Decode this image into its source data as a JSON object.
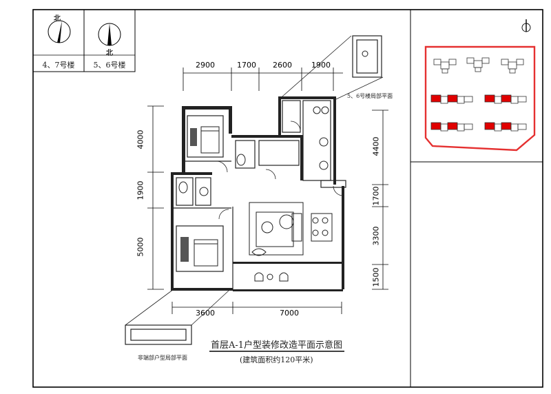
{
  "compass_panels": [
    {
      "north_label": "北",
      "building_label": "4、7号楼"
    },
    {
      "north_label": "北",
      "building_label": "5、6号楼"
    }
  ],
  "site_map": {
    "highlight_color": "#e53030",
    "accent_red": "#e00000"
  },
  "dimensions": {
    "top": [
      "2900",
      "1700",
      "2600",
      "1900"
    ],
    "left": [
      "4000",
      "1900",
      "5000"
    ],
    "right": [
      "4400",
      "1700",
      "3300",
      "1500"
    ],
    "bottom": [
      "3600",
      "7000"
    ]
  },
  "callouts": {
    "top_detail": "5、6号楼局部平面",
    "bottom_detail": "非端部户型局部平面"
  },
  "title": {
    "main": "首层A-1户型装修改造平面示意图",
    "sub": "(建筑面积约120平米)"
  }
}
